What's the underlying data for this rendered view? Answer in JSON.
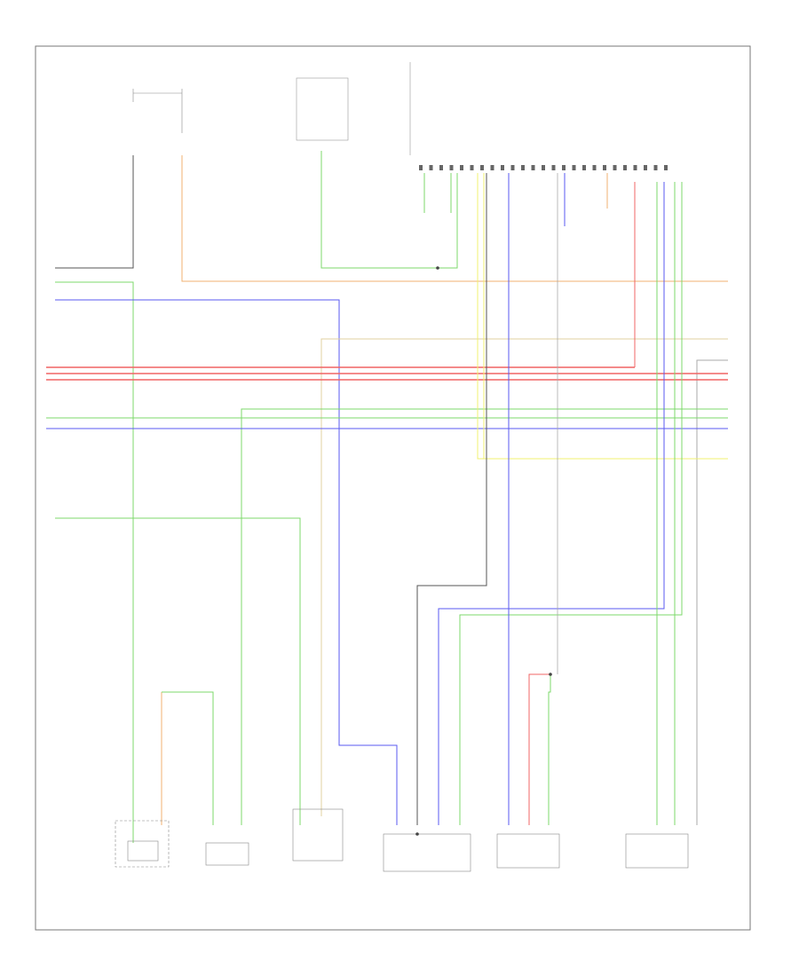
{
  "footer_code": "",
  "wire_colors": {
    "black": "#555555",
    "green": "#7dd96b",
    "blue": "#5a5af0",
    "red": "#f06464",
    "orange": "#f0b070",
    "yellow": "#f0f070",
    "gray": "#aaaaaa",
    "tan": "#e0d0a0"
  },
  "components": [
    {
      "id": "vehicle-speed-sensor",
      "name": "",
      "connector": ""
    },
    {
      "id": "oil-pressure-switch",
      "name": "",
      "connector": ""
    },
    {
      "id": "fuel-level-sensor",
      "name": "",
      "connector": ""
    },
    {
      "id": "abs-sensor",
      "name": "",
      "connector": ""
    },
    {
      "id": "fuel-pressure-sensor",
      "name": "",
      "connector": ""
    },
    {
      "id": "oil-pressure-transmitter",
      "name": "",
      "connector": ""
    }
  ],
  "connector_pins": 25
}
